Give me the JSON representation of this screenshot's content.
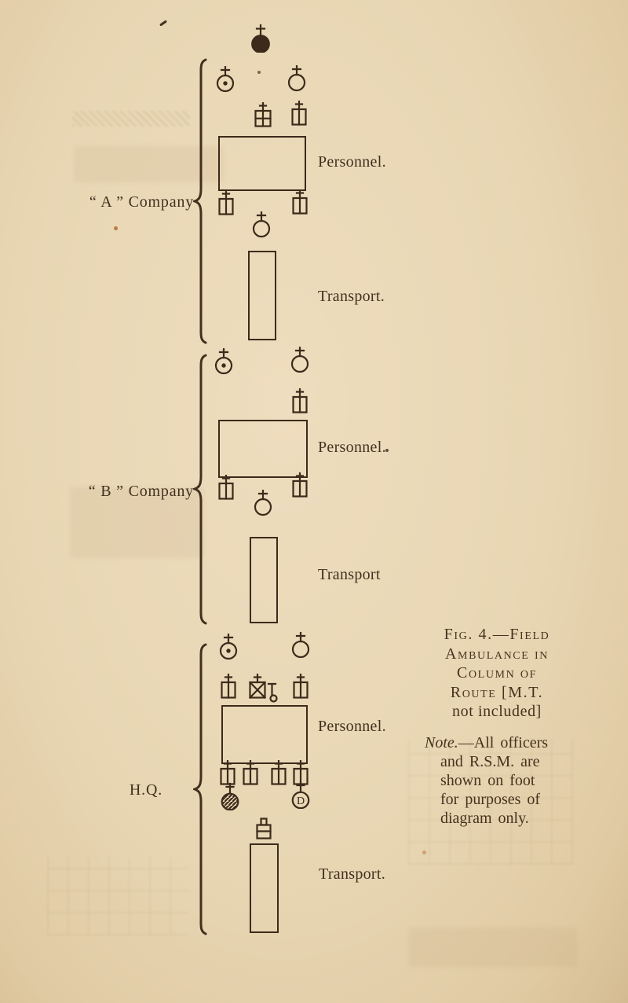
{
  "page": {
    "kind": "scanned book figure",
    "bg_color": "#e8d6b3",
    "ink_color": "#3d2a1b"
  },
  "caption": {
    "lines": [
      "Fig. 4.—Field",
      "Ambulance in",
      "Column of",
      "Route [M.T.",
      "not included]"
    ]
  },
  "note": {
    "prefix": "Note.",
    "first_rest": "—All officers",
    "rest": [
      "and R.S.M. are",
      "shown on foot",
      "for purposes of",
      "diagram only."
    ]
  },
  "sections": [
    {
      "label": "“ A ” Company",
      "personnel_label": "Personnel.",
      "transport_label": "Transport.",
      "rows": [
        [
          "circle-dot-cross-icon",
          "circle-cross-icon"
        ],
        [
          "square-quartered-cross-icon",
          "square-vline-cross-icon"
        ],
        [
          "personnel-box"
        ],
        [
          "square-vline-cross-icon",
          "square-vline-cross-icon"
        ],
        [
          "circle-cross-icon"
        ],
        [
          "transport-box"
        ]
      ]
    },
    {
      "label": "“ B ” Company",
      "personnel_label": "Personnel.",
      "transport_label": "Transport",
      "rows": [
        [
          "circle-dot-cross-icon",
          "circle-cross-icon"
        ],
        [
          "square-vline-cross-icon"
        ],
        [
          "personnel-box"
        ],
        [
          "square-vline-cross-icon",
          "square-vline-cross-icon"
        ],
        [
          "circle-cross-icon"
        ],
        [
          "transport-box"
        ]
      ]
    },
    {
      "label": "H.Q.",
      "personnel_label": "Personnel.",
      "transport_label": "Transport.",
      "rows": [
        [
          "circle-dot-cross-icon",
          "circle-cross-icon"
        ],
        [
          "square-vline-cross-icon",
          "square-x-cross-icon",
          "pole-ring-icon",
          "square-vline-cross-icon"
        ],
        [
          "personnel-box"
        ],
        [
          "square-vline-cross-icon",
          "square-vline-cross-icon",
          "square-vline-cross-icon",
          "square-vline-cross-icon"
        ],
        [
          "hatched-circle-cross-icon",
          "circle-d-cross-icon"
        ],
        [
          "cart-icon"
        ],
        [
          "transport-box"
        ]
      ]
    }
  ],
  "top_symbol": "filled-circle-cross-icon",
  "icons": [
    "filled-circle-cross-icon",
    "circle-dot-cross-icon",
    "circle-cross-icon",
    "square-quartered-cross-icon",
    "square-vline-cross-icon",
    "square-x-cross-icon",
    "pole-ring-icon",
    "hatched-circle-cross-icon",
    "circle-d-cross-icon",
    "cart-icon"
  ]
}
